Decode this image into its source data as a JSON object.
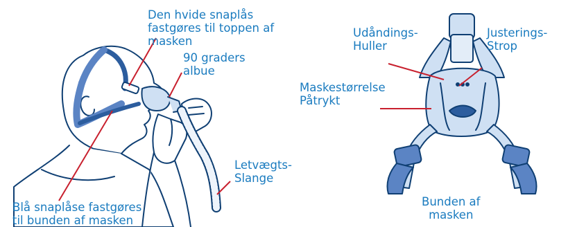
{
  "palette": {
    "label_text": "#1a7bbf",
    "leader_line": "#c8202e",
    "outline": "#0f3f73",
    "strap_blue": "#5b84c4",
    "strap_dark": "#2c5d9e",
    "mask_light": "#cfe0f3",
    "skin": "#ffffff"
  },
  "labels": {
    "top_snap": "Den hvide snaplås\nfastgøres til toppen af\nmasken",
    "elbow": "90 graders\nalbue",
    "tube": "Letvægts-\nSlange",
    "bottom_snap": "Blå snaplåse fastgøres\ntil bunden af masken",
    "exhaust": "Udåndings-\nHuller",
    "adjust_strap": "Justerings-\nStrop",
    "size_print": "Maskestørrelse\nPåtrykt",
    "mask_bottom": "Bunden af\nmasken"
  },
  "icons": [
    "person-wearing-mask-illustration",
    "nasal-mask-closeup-illustration"
  ]
}
